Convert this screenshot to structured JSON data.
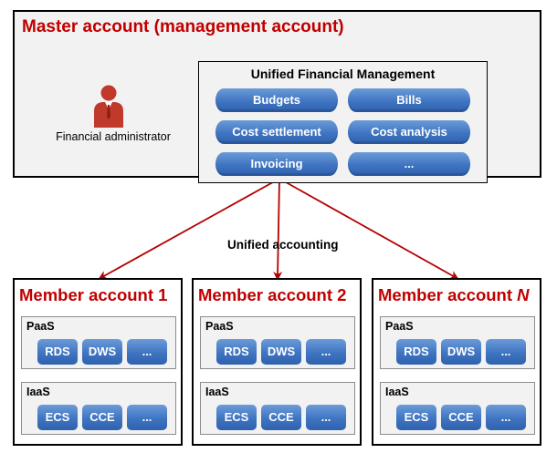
{
  "master": {
    "title": "Master account (management account)",
    "admin_label": "Financial administrator",
    "ufm_title": "Unified Financial Management",
    "functions": [
      "Budgets",
      "Bills",
      "Cost settlement",
      "Cost analysis",
      "Invoicing",
      "..."
    ]
  },
  "center_label": "Unified accounting",
  "members": [
    {
      "title_prefix": "Member account ",
      "title_suffix": "1",
      "paas_label": "PaaS",
      "iaas_label": "IaaS",
      "paas_services": [
        "RDS",
        "DWS",
        "..."
      ],
      "iaas_services": [
        "ECS",
        "CCE",
        "..."
      ]
    },
    {
      "title_prefix": "Member account ",
      "title_suffix": "2",
      "paas_label": "PaaS",
      "iaas_label": "IaaS",
      "paas_services": [
        "RDS",
        "DWS",
        "..."
      ],
      "iaas_services": [
        "ECS",
        "CCE",
        "..."
      ]
    },
    {
      "title_prefix": "Member account ",
      "title_suffix": "N",
      "paas_label": "PaaS",
      "iaas_label": "IaaS",
      "paas_services": [
        "RDS",
        "DWS",
        "..."
      ],
      "iaas_services": [
        "ECS",
        "CCE",
        "..."
      ]
    }
  ],
  "colors": {
    "title_red": "#c00000",
    "arrow_red": "#b40000",
    "service_blue": "#3f74c2",
    "admin_arrow": "#4a7ebb"
  }
}
